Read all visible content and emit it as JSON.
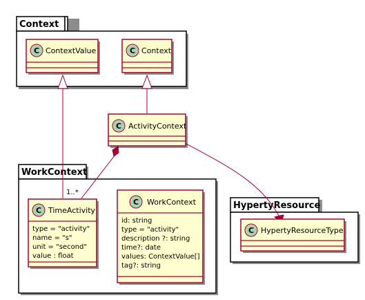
{
  "packages": {
    "context": {
      "label": "Context"
    },
    "work_context": {
      "label": "WorkContext"
    },
    "hyperty_resource": {
      "label": "HypertyResource"
    }
  },
  "classes": {
    "context_value": {
      "stereotype_letter": "C",
      "name": "ContextValue",
      "attributes": []
    },
    "context": {
      "stereotype_letter": "C",
      "name": "Context",
      "attributes": []
    },
    "activity_context": {
      "stereotype_letter": "C",
      "name": "ActivityContext",
      "attributes": []
    },
    "time_activity": {
      "stereotype_letter": "C",
      "name": "TimeActivity",
      "attributes": [
        "type = \"activity\"",
        "name = \"s\"",
        "unit = \"second\"",
        "value : float"
      ]
    },
    "work_context": {
      "stereotype_letter": "C",
      "name": "WorkContext",
      "attributes": [
        "id: string",
        "type = \"activity\"",
        "description ?: string",
        "time?: date",
        "values: ContextValue[]",
        "tag?: string"
      ]
    },
    "hyperty_resource_type": {
      "stereotype_letter": "C",
      "name": "HypertyResourceType",
      "attributes": []
    }
  },
  "relations": {
    "composition_multiplicity": "1..*"
  },
  "colors": {
    "class_fill": "#FEFECE",
    "class_border": "#A80036",
    "circle_fill": "#ADD1B2",
    "line": "#A80036"
  }
}
